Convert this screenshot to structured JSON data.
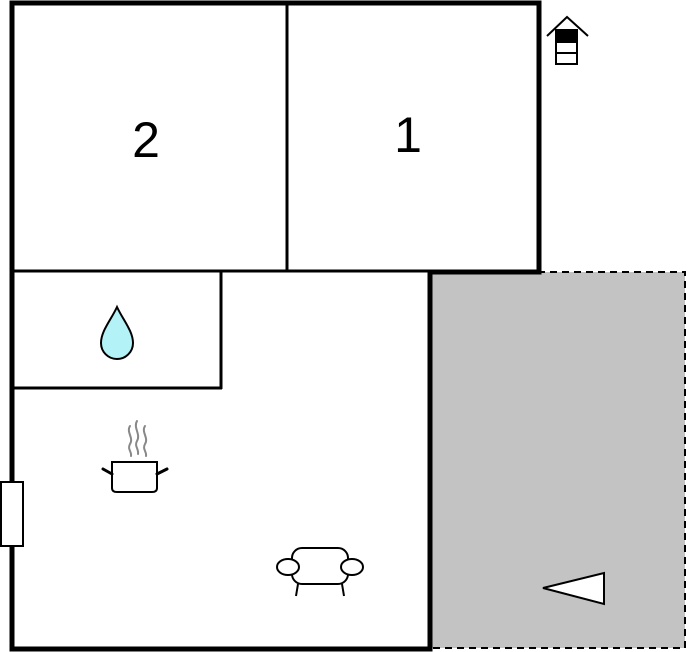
{
  "floor_plan": {
    "rooms": [
      {
        "id": "bedroom-2",
        "label": "2"
      },
      {
        "id": "bedroom-1",
        "label": "1"
      },
      {
        "id": "bathroom",
        "icon": "water-drop-icon"
      },
      {
        "id": "living-kitchen",
        "icons": [
          "cooking-pot-icon",
          "sofa-icon"
        ]
      },
      {
        "id": "terrace",
        "icon": "direction-arrow-icon"
      }
    ],
    "colors": {
      "walls": "#000000",
      "terrace_fill": "#c3c3c3",
      "water_drop": "#b3f3f7",
      "steam": "#888888"
    },
    "legend_icon": "house-floor-level-icon"
  }
}
